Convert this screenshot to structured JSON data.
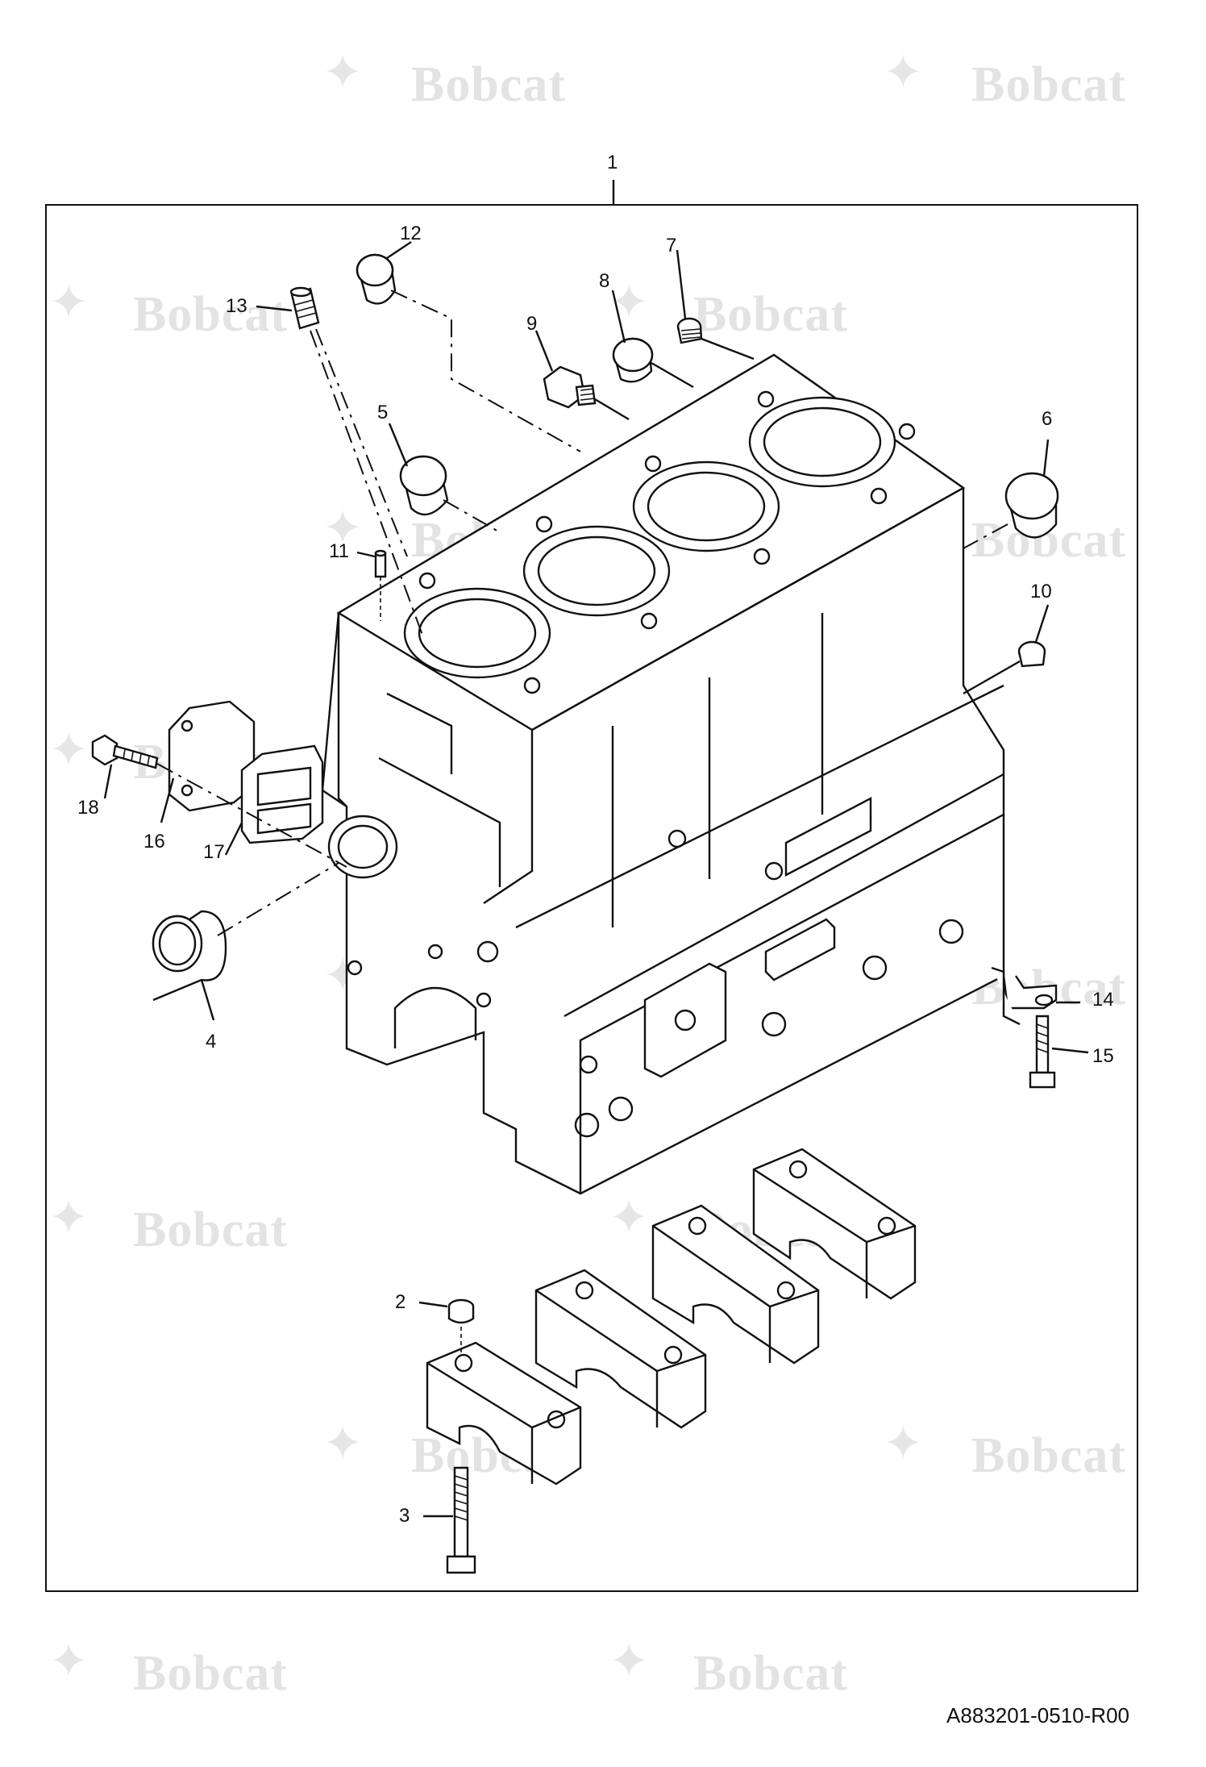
{
  "diagram": {
    "watermark_text": "Bobcat",
    "document_id": "A883201-0510-R00",
    "callouts": [
      "1",
      "2",
      "3",
      "4",
      "5",
      "6",
      "7",
      "8",
      "9",
      "10",
      "11",
      "12",
      "13",
      "14",
      "15",
      "16",
      "17",
      "18"
    ]
  },
  "colors": {
    "line": "#111111",
    "watermark": "#e3e3e3",
    "background": "#ffffff"
  }
}
